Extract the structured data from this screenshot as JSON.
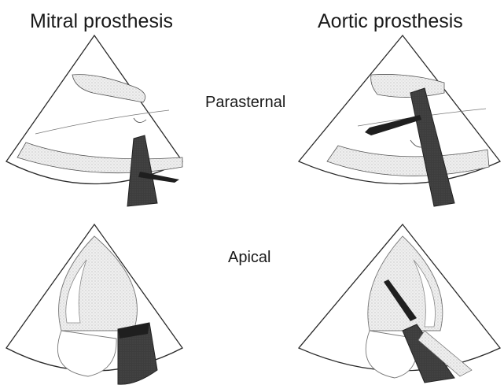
{
  "column_titles": {
    "left": "Mitral prosthesis",
    "right": "Aortic prosthesis"
  },
  "view_labels": {
    "top": "Parasternal",
    "bottom": "Apical"
  },
  "colors": {
    "outline": "#2a2a2a",
    "tissue_fill": "#e6e6e6",
    "shadow": "#3a3a3a",
    "jet": "#1f1f1f"
  }
}
